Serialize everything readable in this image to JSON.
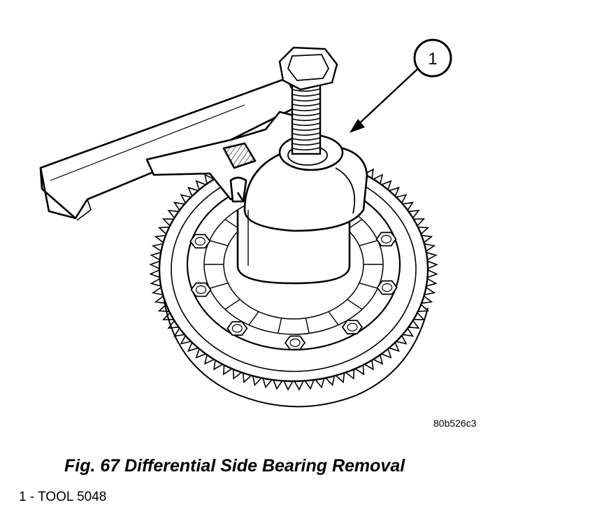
{
  "figure": {
    "callout_number": "1",
    "image_code": "80b526c3",
    "caption": "Fig. 67 Differential Side Bearing Removal",
    "legend": [
      {
        "text": "1 - TOOL 5048"
      }
    ]
  },
  "colors": {
    "ink": "#000000",
    "paper": "#ffffff"
  }
}
